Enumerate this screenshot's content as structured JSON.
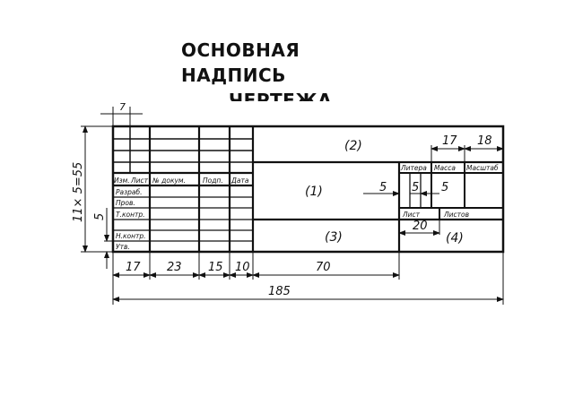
{
  "title": {
    "line1": "ОСНОВНАЯ",
    "line2": "НАДПИСЬ",
    "line3": "ЧЕРТЕЖА"
  },
  "headers": {
    "izm": "Изм.",
    "list": "Лист",
    "doc_no": "№ докум.",
    "podp": "Подп.",
    "data": "Дата",
    "litera": "Литера",
    "massa": "Масса",
    "masshtab": "Масштаб",
    "list_r": "Лист",
    "listov": "Листов"
  },
  "rows": {
    "razrab": "Разраб.",
    "prov": "Пров.",
    "tkontr": "Т.контр.",
    "nkontr": "Н.контр.",
    "utv": "Утв."
  },
  "fields": {
    "f1": "(1)",
    "f2": "(2)",
    "f3": "(3)",
    "f4": "(4)"
  },
  "dims": {
    "d7": "7",
    "d17": "17",
    "d18": "18",
    "d5a": "5",
    "d5b": "5",
    "d5c": "5",
    "d20": "20",
    "d5v": "5",
    "d11x5": "11× 5=55",
    "b17": "17",
    "b23": "23",
    "b15": "15",
    "b10": "10",
    "b70": "70",
    "b185": "185"
  }
}
